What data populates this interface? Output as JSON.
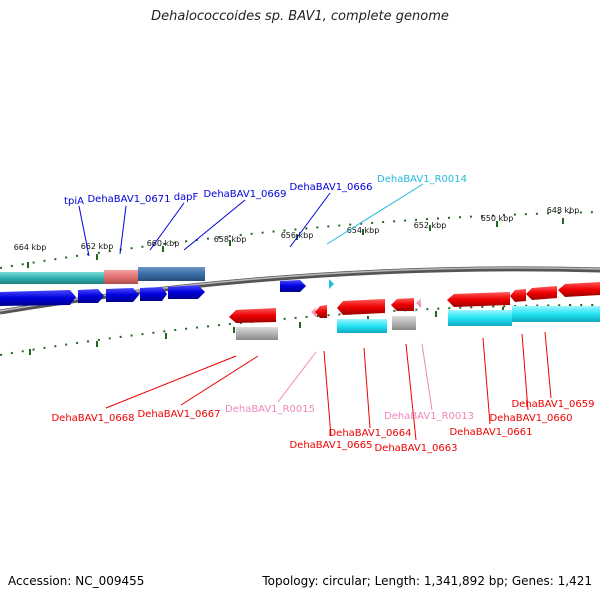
{
  "title": "Dehalococcoides sp. BAV1, complete genome",
  "footer": {
    "accession": "Accession: NC_009455",
    "topology": "Topology: circular; Length: 1,341,892 bp; Genes: 1,421"
  },
  "colors": {
    "gene_blue": "#0000dd",
    "gene_red": "#ee0000",
    "rna_pink": "#ee88bb",
    "rna_cyan": "#22bbdd",
    "backbone": "#777777",
    "tick": "#226622"
  },
  "ruler_labels": [
    "664 kbp",
    "662 kbp",
    "660 kbp",
    "658 kbp",
    "656 kbp",
    "654 kbp",
    "652 kbp",
    "650 kbp",
    "648 kbp"
  ],
  "top_gene_labels": [
    {
      "text": "tpiA",
      "color": "blue"
    },
    {
      "text": "DehaBAV1_0671",
      "color": "blue"
    },
    {
      "text": "dapF",
      "color": "blue"
    },
    {
      "text": "DehaBAV1_0669",
      "color": "blue"
    },
    {
      "text": "DehaBAV1_0666",
      "color": "blue"
    },
    {
      "text": "DehaBAV1_R0014",
      "color": "cyan"
    }
  ],
  "bottom_gene_labels": [
    {
      "text": "DehaBAV1_0668",
      "color": "red"
    },
    {
      "text": "DehaBAV1_0667",
      "color": "red"
    },
    {
      "text": "DehaBAV1_R0015",
      "color": "pink"
    },
    {
      "text": "DehaBAV1_0665",
      "color": "red"
    },
    {
      "text": "DehaBAV1_0664",
      "color": "red"
    },
    {
      "text": "DehaBAV1_0663",
      "color": "red"
    },
    {
      "text": "DehaBAV1_R0013",
      "color": "pink"
    },
    {
      "text": "DehaBAV1_0661",
      "color": "red"
    },
    {
      "text": "DehaBAV1_0660",
      "color": "red"
    },
    {
      "text": "DehaBAV1_0659",
      "color": "red"
    }
  ]
}
